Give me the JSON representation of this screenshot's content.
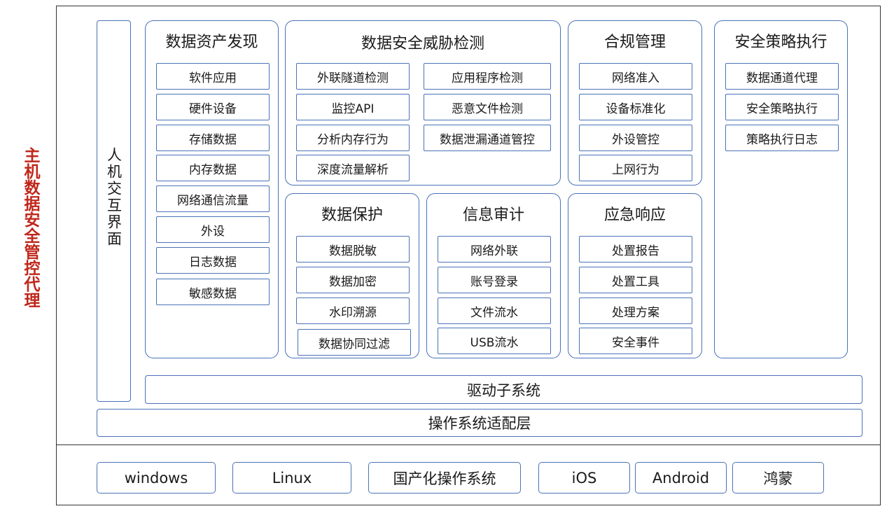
{
  "side_title": "主机数据安全管控代理",
  "hci_label": "人机交互界面",
  "panels": {
    "asset_discovery": {
      "title": "数据资产发现",
      "items": [
        "软件应用",
        "硬件设备",
        "存储数据",
        "内存数据",
        "网络通信流量",
        "外设",
        "日志数据",
        "敏感数据"
      ]
    },
    "threat_detection": {
      "title": "数据安全威胁检测",
      "left_items": [
        "外联隧道检测",
        "监控API",
        "分析内存行为",
        "深度流量解析"
      ],
      "right_items": [
        "应用程序检测",
        "恶意文件检测",
        "数据泄漏通道管控"
      ]
    },
    "compliance": {
      "title": "合规管理",
      "items": [
        "网络准入",
        "设备标准化",
        "外设管控",
        "上网行为"
      ]
    },
    "policy_execution": {
      "title": "安全策略执行",
      "items": [
        "数据通道代理",
        "安全策略执行",
        "策略执行日志"
      ]
    },
    "data_protection": {
      "title": "数据保护",
      "items": [
        "数据脱敏",
        "数据加密",
        "水印溯源",
        "数据协同过滤"
      ]
    },
    "info_audit": {
      "title": "信息审计",
      "items": [
        "网络外联",
        "账号登录",
        "文件流水",
        "USB流水"
      ]
    },
    "emergency": {
      "title": "应急响应",
      "items": [
        "处置报告",
        "处置工具",
        "处理方案",
        "安全事件"
      ]
    }
  },
  "driver_subsystem": "驱动子系统",
  "os_adapter_layer": "操作系统适配层",
  "operating_systems": [
    "windows",
    "Linux",
    "国产化操作系统",
    "iOS",
    "Android",
    "鸿蒙"
  ],
  "colors": {
    "border": "#4a72b8",
    "side_title": "#c0271b",
    "frame": "#333333"
  }
}
